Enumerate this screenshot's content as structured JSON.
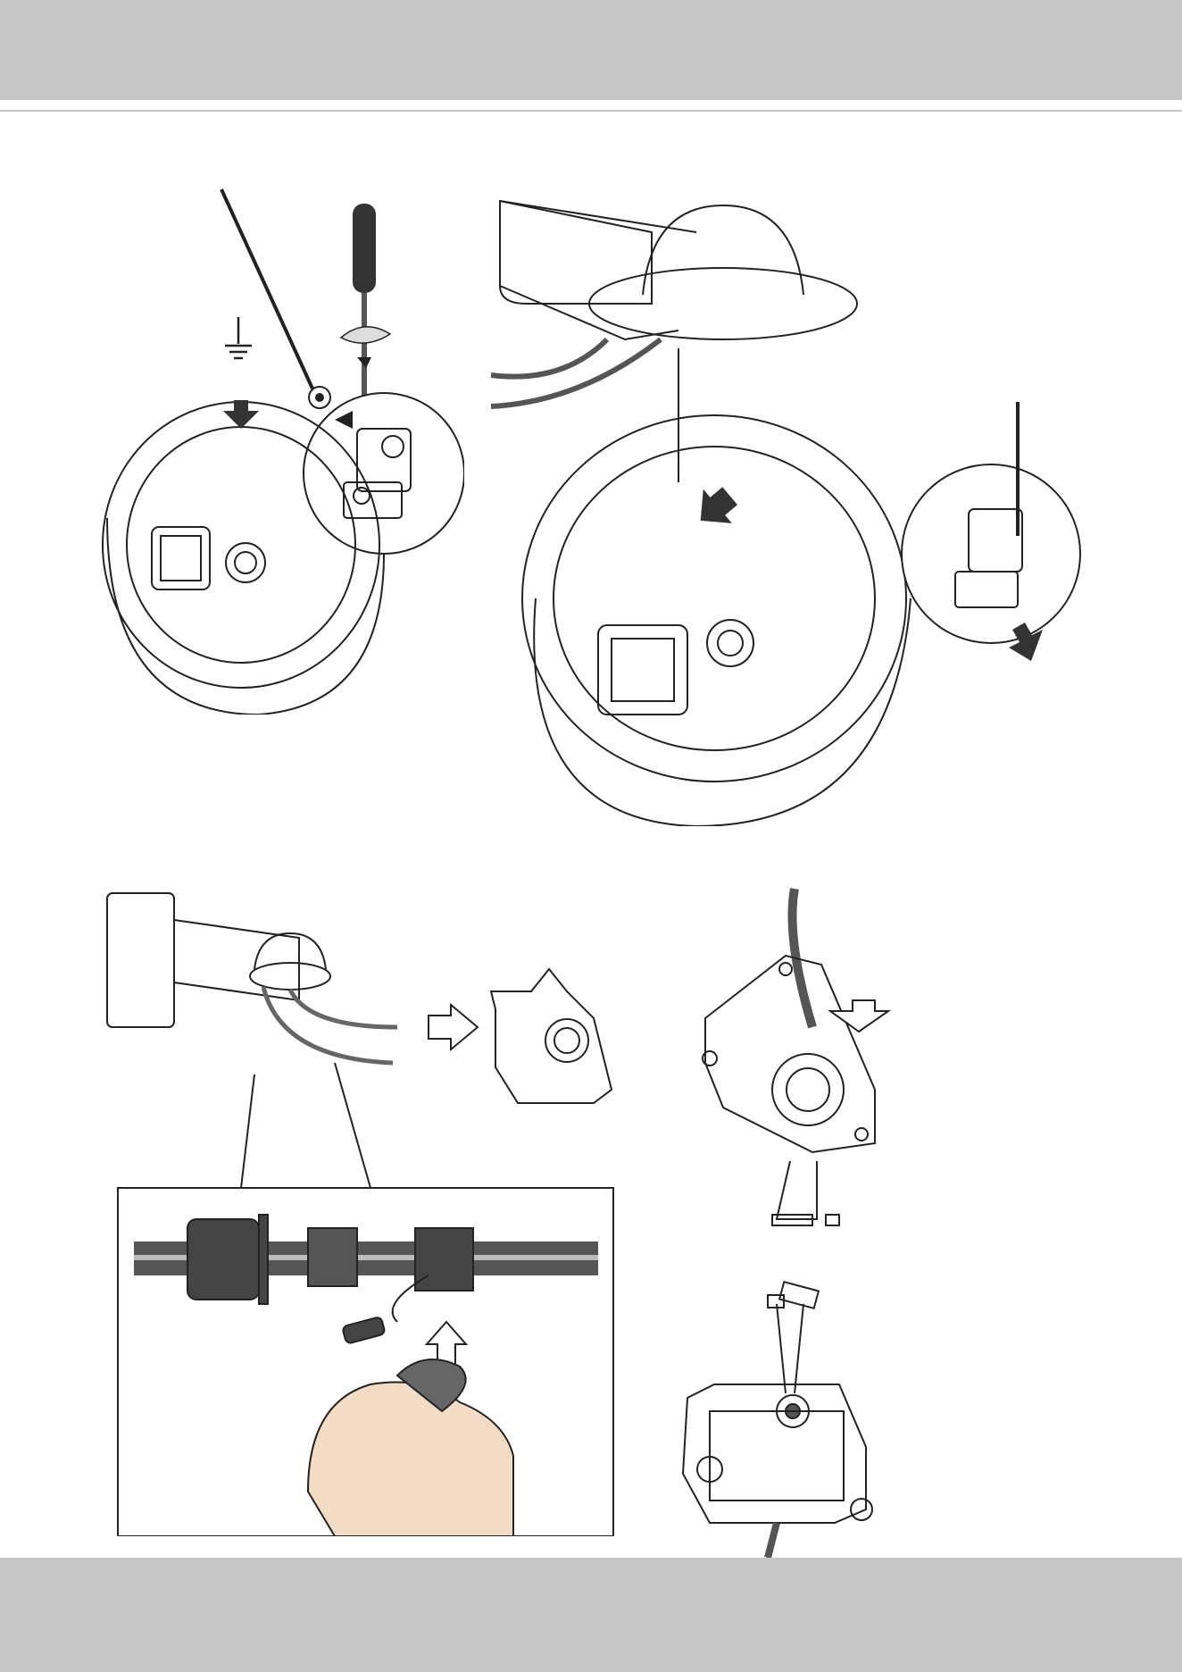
{
  "page": {
    "header_color": "#c6c7c7",
    "footer_color": "#c6c7c7"
  },
  "figures": [
    {
      "name": "ground-wire-screw-attachment"
    },
    {
      "name": "connect-ground-wire-on-mount"
    },
    {
      "name": "wall-mount-cables-to-cable-plate"
    },
    {
      "name": "cable-plate-with-gland-insert"
    },
    {
      "name": "cable-plate-underside-connectors"
    }
  ],
  "icons": {
    "ground": "ground-symbol",
    "screwdriver": "screwdriver",
    "rotate": "rotate-arrow",
    "push": "push-arrow"
  }
}
